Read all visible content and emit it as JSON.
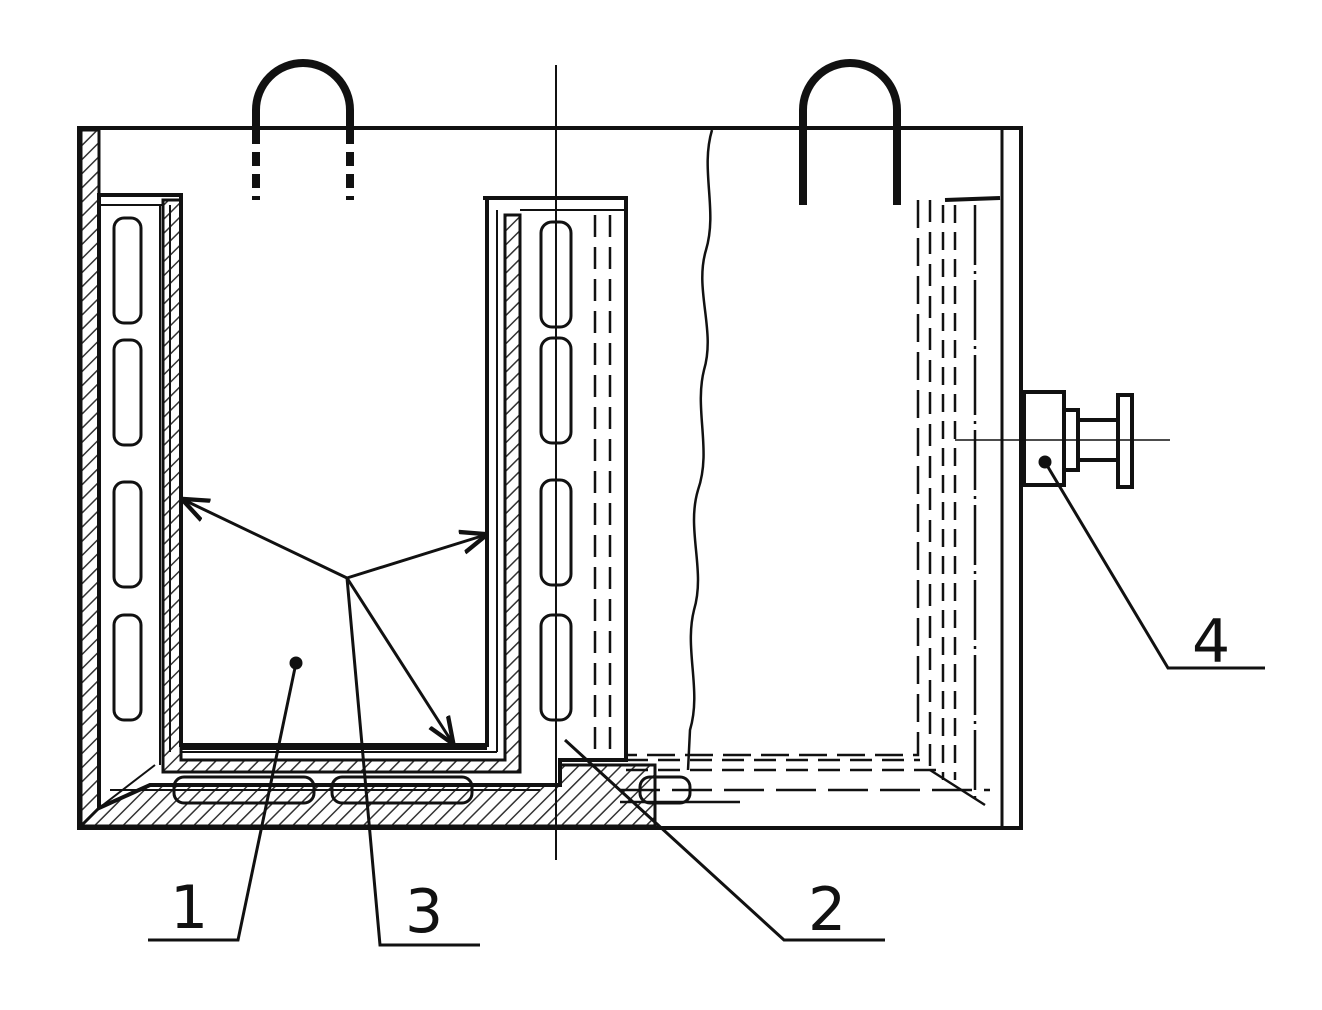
{
  "diagram": {
    "colors": {
      "ink": "#111111",
      "hatch": "#333333",
      "paper": "#ffffff"
    },
    "callouts": [
      {
        "id": "1",
        "label": "1",
        "part": "chamber"
      },
      {
        "id": "2",
        "label": "2",
        "part": "partition"
      },
      {
        "id": "3",
        "label": "3",
        "part": "inner-lining"
      },
      {
        "id": "4",
        "label": "4",
        "part": "side-fitting"
      }
    ]
  }
}
